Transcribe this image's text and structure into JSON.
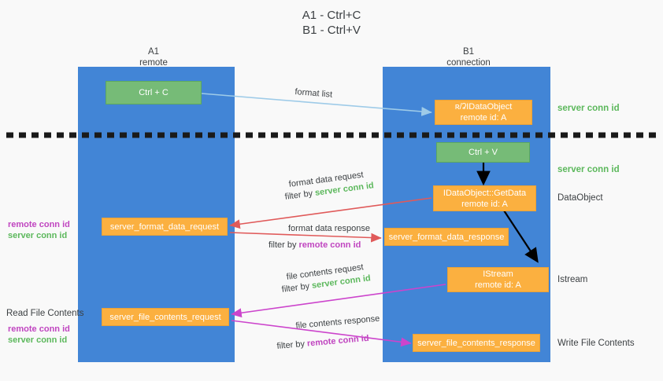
{
  "title": {
    "line1": "A1 - Ctrl+C",
    "line2": "B1 - Ctrl+V"
  },
  "lanes": [
    {
      "id": "a1",
      "name": "A1",
      "sub": "remote"
    },
    {
      "id": "b1",
      "name": "B1",
      "sub": "connection"
    }
  ],
  "boxes": {
    "ctrl_c": {
      "line1": "Ctrl + C",
      "line2": ""
    },
    "idataobject_remote": {
      "line1": "ʀ/ʡIDataObject",
      "line2": "remote id: A"
    },
    "ctrl_v": {
      "line1": "Ctrl + V",
      "line2": ""
    },
    "getdata": {
      "line1": "IDataObject::GetData",
      "line2": "remote id: A"
    },
    "format_data_request": {
      "line1": "server_format_data_request",
      "line2": ""
    },
    "format_data_response": {
      "line1": "server_format_data_response",
      "line2": ""
    },
    "istream": {
      "line1": "IStream",
      "line2": "remote id: A"
    },
    "file_contents_request": {
      "line1": "server_file_contents_request",
      "line2": ""
    },
    "file_contents_response": {
      "line1": "server_file_contents_response",
      "line2": ""
    }
  },
  "right_labels": {
    "server_conn_id_1": "server conn id",
    "server_conn_id_2": "server conn id",
    "dataobject": "DataObject",
    "istream": "Istream",
    "write_file_contents": "Write File Contents"
  },
  "left_labels": {
    "read_file_contents": "Read File Contents",
    "remote_conn_id_1": "remote conn id",
    "server_conn_id_1": "server conn id",
    "remote_conn_id_2": "remote conn id",
    "server_conn_id_2": "server conn id"
  },
  "arrow_labels": {
    "format_list": "format list",
    "format_data_request": "format data request",
    "format_data_request_filter_prefix": "filter by ",
    "format_data_request_filter_value": "server conn id",
    "format_data_response": "format data response",
    "format_data_response_filter_prefix": "filter by ",
    "format_data_response_filter_value": "remote conn id",
    "file_contents_request": "file contents request",
    "file_contents_request_filter_prefix": "filter by ",
    "file_contents_request_filter_value": "server conn id",
    "file_contents_response": "file contents response",
    "file_contents_response_filter_prefix": "filter by ",
    "file_contents_response_filter_value": "remote conn id"
  },
  "colors": {
    "lane": "#4285d6",
    "green_box": "#76bb77",
    "orange_box": "#fbb040",
    "server_conn_id": "#5cb85c",
    "remote_conn_id": "#c045c0",
    "format_list_arrow": "#9ecbe8",
    "format_data_arrow": "#e05a5a",
    "file_contents_arrow": "#cc44cc",
    "flow_arrow": "#000000",
    "divider": "#1a1a1a",
    "background": "#f9f9f9"
  }
}
